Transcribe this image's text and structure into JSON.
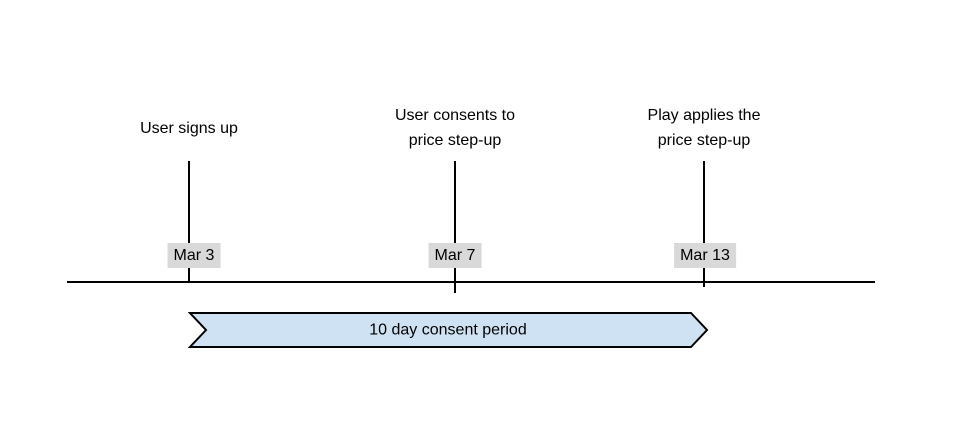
{
  "events": [
    {
      "lines": [
        "User signs up"
      ],
      "date": "Mar 3"
    },
    {
      "lines": [
        "User consents to",
        "price step-up"
      ],
      "date": "Mar 7"
    },
    {
      "lines": [
        "Play applies the",
        "price step-up"
      ],
      "date": "Mar 13"
    }
  ],
  "banner": {
    "label": "10 day consent period",
    "fill": "#cfe2f3",
    "border": "#000000"
  },
  "colors": {
    "background": "#ffffff",
    "line": "#000000",
    "date_label_bg": "#d9d9d9",
    "text": "#000000"
  }
}
